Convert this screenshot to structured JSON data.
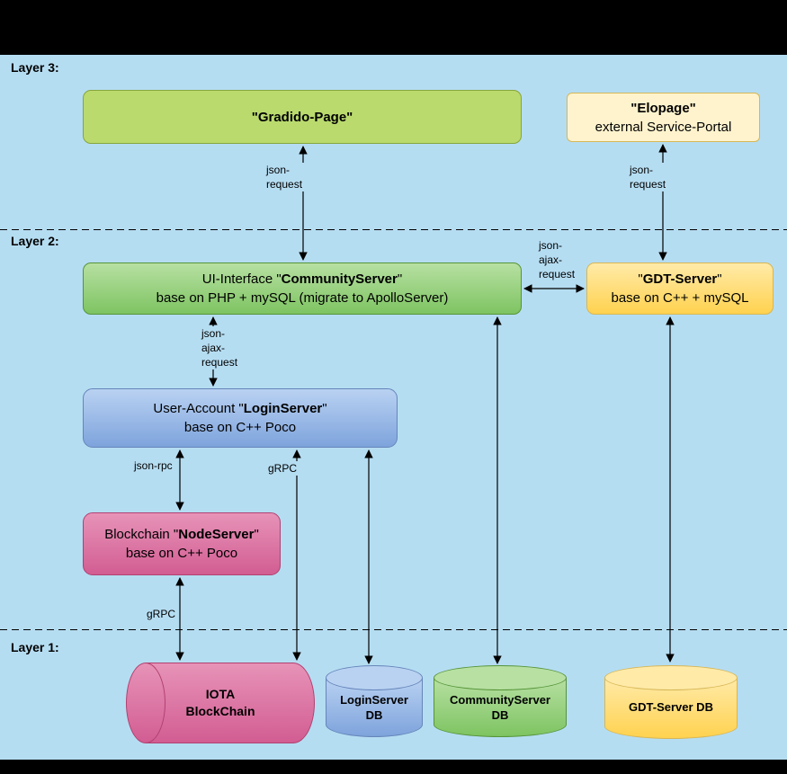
{
  "colors": {
    "bg": "#b5ddf2",
    "frame": "#000000",
    "gradido_fill": "#bada6e",
    "gradido_border": "#86a63a",
    "green_top": "#b7e0a2",
    "green_bottom": "#7ec462",
    "green_border": "#569439",
    "yellow_pale": "#fff3cd",
    "yellow_border": "#d6b656",
    "yellow_top": "#ffeaa8",
    "yellow_bottom": "#ffd24f",
    "blue_top": "#b9d2f2",
    "blue_bottom": "#7ea3dc",
    "blue_border": "#6585b9",
    "pink_top": "#e793b8",
    "pink_bottom": "#d25d92",
    "pink_border": "#b14170"
  },
  "layer_labels": {
    "layer3": "Layer 3:",
    "layer2": "Layer 2:",
    "layer1": "Layer 1:"
  },
  "nodes": {
    "gradido_page": {
      "title": "\"Gradido-Page\""
    },
    "elopage": {
      "title": "\"Elopage\"",
      "subtitle": "external Service-Portal"
    },
    "community_server": {
      "pre": "UI-Interface \"",
      "name": "CommunityServer",
      "post": "\"",
      "line2": "base on PHP + mySQL (migrate to ApolloServer)"
    },
    "gdt_server": {
      "pre": "\"",
      "name": "GDT-Server",
      "post": "\"",
      "line2": "base on C++ + mySQL"
    },
    "login_server": {
      "pre": "User-Account \"",
      "name": "LoginServer",
      "post": "\"",
      "line2": "base on C++ Poco"
    },
    "node_server": {
      "pre": "Blockchain \"",
      "name": "NodeServer",
      "post": "\"",
      "line2": "base on C++ Poco"
    },
    "iota": {
      "line1": "IOTA",
      "line2": "BlockChain"
    },
    "login_db": {
      "line1": "LoginServer",
      "line2": "DB"
    },
    "community_db": {
      "line1": "CommunityServer",
      "line2": "DB"
    },
    "gdt_db": {
      "line1": "GDT-Server DB"
    }
  },
  "edge_labels": {
    "gradido_cs": [
      "json-",
      "request"
    ],
    "elopage_gdt": [
      "json-",
      "request"
    ],
    "cs_gdt": [
      "json-",
      "ajax-",
      "request"
    ],
    "cs_login": [
      "json-",
      "ajax-",
      "request"
    ],
    "login_node": [
      "json-rpc"
    ],
    "login_iota": [
      "gRPC"
    ],
    "node_iota": [
      "gRPC"
    ]
  }
}
